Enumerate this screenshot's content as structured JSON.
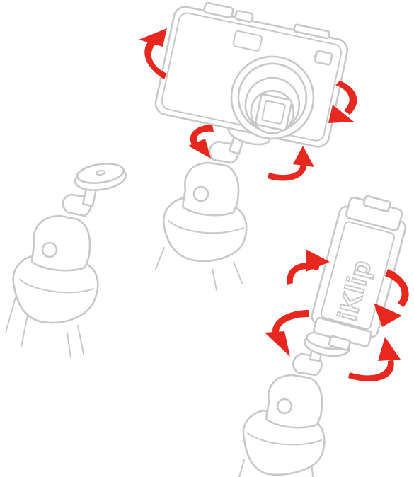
{
  "figure": {
    "brand_text": "iKlip",
    "colors": {
      "outline": "#c8c8c8",
      "arrow": "#e8281e",
      "background": "#ffffff"
    },
    "icons": [
      "tripod-ball-head",
      "compact-camera",
      "iklip-phone-holder",
      "rotation-arrow"
    ]
  }
}
